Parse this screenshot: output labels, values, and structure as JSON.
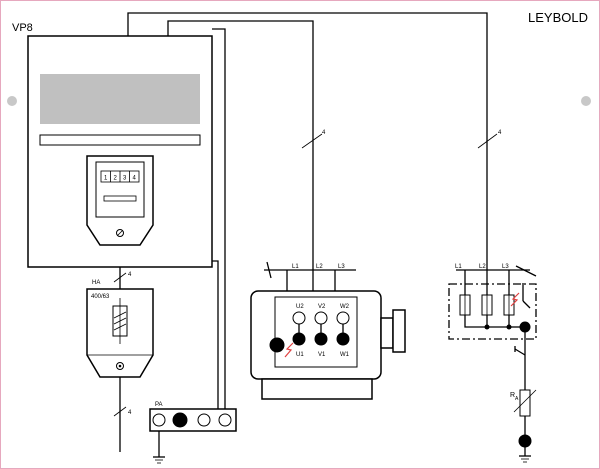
{
  "brand": "LEYBOLD",
  "labels": {
    "vp8": "VP8",
    "ha": "HA",
    "ha_rating": "400/63",
    "pa": "PA",
    "wire_count": "4",
    "meter_digits": [
      "1",
      "2",
      "3",
      "4"
    ],
    "supply_phases": [
      "L1",
      "L2",
      "L3"
    ],
    "motor_top": [
      "U2",
      "V2",
      "W2"
    ],
    "motor_bottom": [
      "U1",
      "V1",
      "W1"
    ],
    "starter_phases": [
      "L1",
      "L2",
      "L3"
    ],
    "ra_main": "R",
    "ra_sub": "A"
  },
  "colors": {
    "page_border": "#e6a8be",
    "display_fill": "#c0c0c0",
    "mount_hole": "#c8c8c8",
    "spark": "#e04040"
  }
}
